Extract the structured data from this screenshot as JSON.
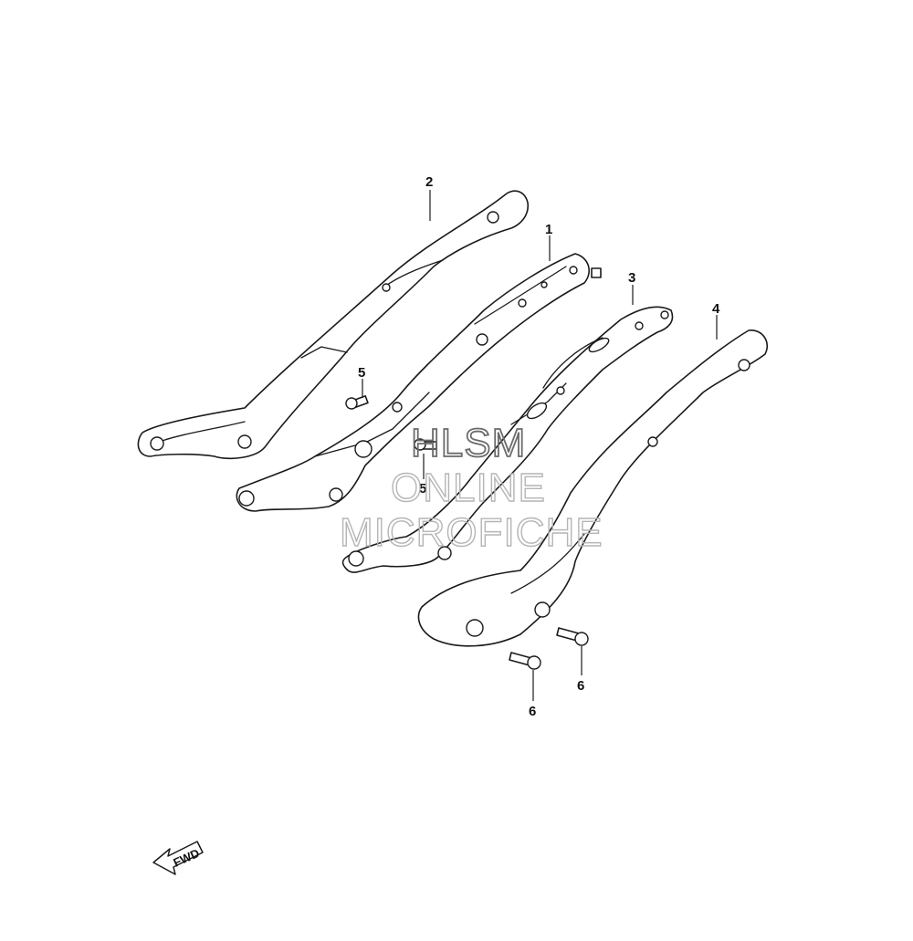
{
  "callouts": {
    "c1": "1",
    "c2": "2",
    "c3": "3",
    "c4": "4",
    "c5a": "5",
    "c5b": "5",
    "c6a": "6",
    "c6b": "6"
  },
  "watermark": {
    "line1": "HLSM",
    "line2": "ONLINE",
    "line3": "MICROFICHE"
  },
  "fwd_label": "FWD"
}
